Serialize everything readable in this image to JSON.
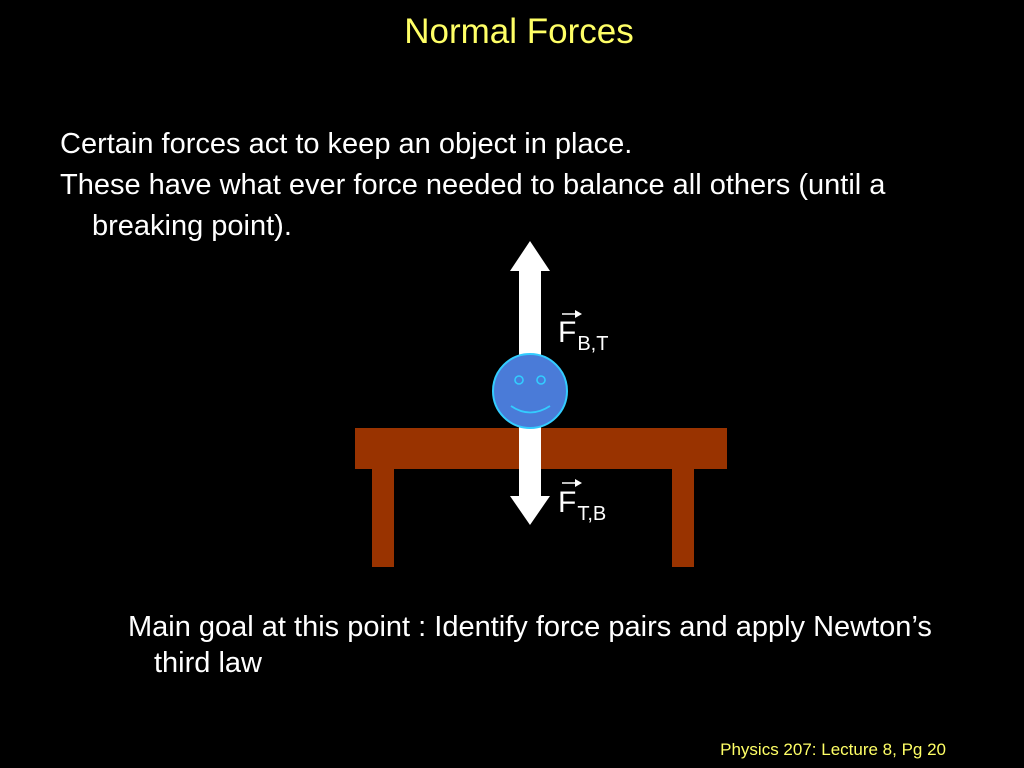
{
  "slide": {
    "title": "Normal Forces",
    "bullets": [
      "Certain forces act to keep an object in place.",
      "These have what ever force needed to balance all others (until a breaking point)."
    ],
    "diagram": {
      "upper_force": {
        "symbol": "F",
        "subscript": "B,T"
      },
      "lower_force": {
        "symbol": "F",
        "subscript": "T,B"
      }
    },
    "goal": "Main goal at this point : Identify force pairs and apply Newton’s third law",
    "footer": "Physics 207: Lecture 8, Pg 20"
  },
  "colors": {
    "background": "#000000",
    "title": "#ffff66",
    "text": "#ffffff",
    "table": "#993300",
    "ball_fill": "#4a7bd8",
    "ball_stroke": "#33ccff",
    "arrow": "#ffffff"
  }
}
